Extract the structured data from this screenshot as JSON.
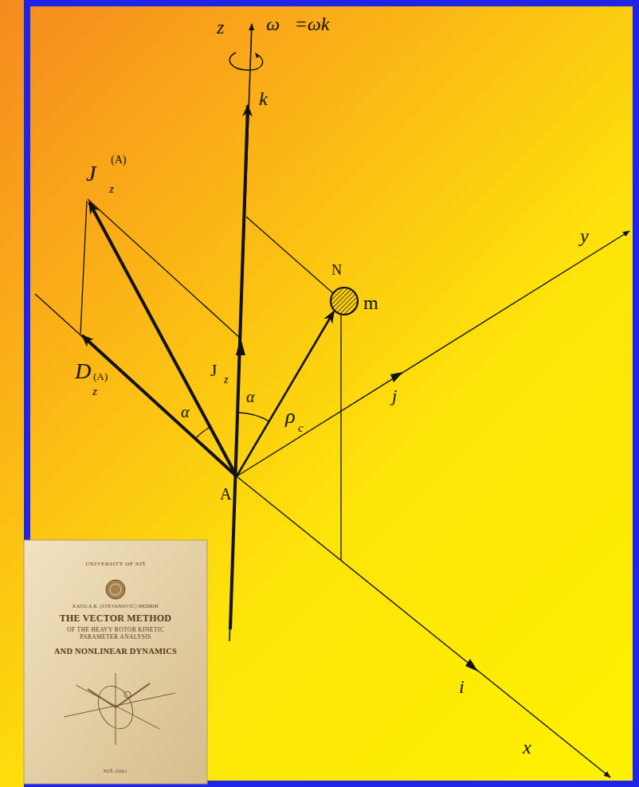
{
  "diagram": {
    "nodes": [
      {
        "text": [
          "UNIVERSITY OF NIŠ",
          "KATICA R. (STEVANOVIĆ) HEDRIH",
          "THE VECTOR METHOD",
          "OF THE HEAVY ROTOR KINETIC PARAMETER ANALYSIS",
          "AND NONLINEAR DYNAMICS",
          "NIŠ-2001"
        ]
      }
    ],
    "labels": [
      "z",
      "ω⃗=ωk⃗",
      "k⃗",
      "J⃗",
      "(A)",
      "z",
      "N",
      "m",
      "y",
      "J",
      "z",
      "j⃗",
      "D⃗",
      "(A)",
      "z",
      "α",
      "α",
      "ρ⃗",
      "c",
      "A",
      "i⃗",
      "x"
    ]
  }
}
